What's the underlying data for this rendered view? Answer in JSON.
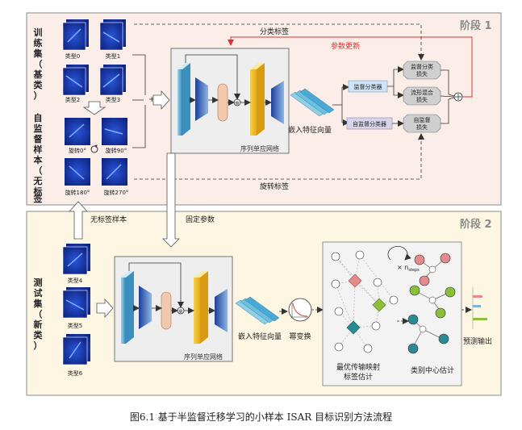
{
  "stage1": {
    "title": "阶段 1",
    "train_set_label": "训练集（基类）",
    "self_sup_label": "自监督样本（无标签）",
    "class_labels": [
      "类型0",
      "类型1",
      "类型2",
      "类型3"
    ],
    "rotation_labels": [
      "旋转0°",
      "旋转90°",
      "旋转180°",
      "旋转270°"
    ],
    "network_label": "序列单应网络",
    "embed_label": "嵌入特征向量",
    "sup_classifier": "监督分类器",
    "selfsup_classifier": "自监督分类器",
    "loss_sup": [
      "监督分类",
      "损失"
    ],
    "loss_mix": [
      "流形混合",
      "损失"
    ],
    "loss_self": [
      "自监督",
      "损失"
    ],
    "class_label_text": "分类标签",
    "param_update": "参数更新",
    "rotation_label_text": "旋转标签"
  },
  "stage2": {
    "title": "阶段 2",
    "test_set_label": "测试集（新类）",
    "unlabeled_text": "无标签样本",
    "fixed_params": "固定参数",
    "class_labels": [
      "类型4",
      "类型5",
      "类型6"
    ],
    "network_label": "序列单应网络",
    "embed_label": "嵌入特征向量",
    "power_transform": "幂变换",
    "ot_label": [
      "最优传输映射",
      "标签估计"
    ],
    "center_label": "类别中心估计",
    "predict_label": "预测输出",
    "steps_label": "× n",
    "steps_sub": "steps"
  },
  "caption": "图6.1  基于半监督迁移学习的小样本 ISAR 目标识别方法流程",
  "colors": {
    "stage1_bg": "#fbeee8",
    "stage2_bg": "#fdf6e3",
    "red": "#e03030",
    "thumb": "#1f3fb0"
  }
}
